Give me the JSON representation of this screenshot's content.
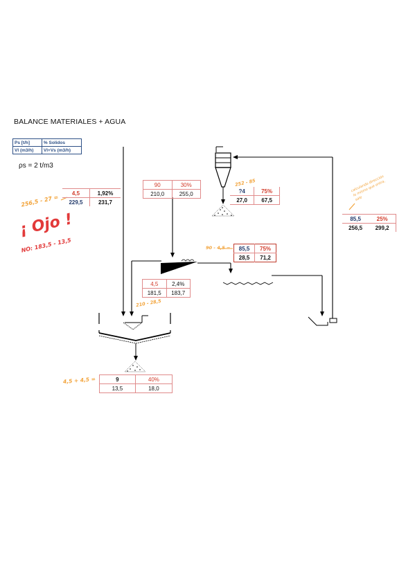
{
  "title": "BALANCE MATERIALES + AGUA",
  "legend": {
    "ps_label": "Ps [t/h]",
    "solids_label": "% Solidos",
    "vl_label": "Vl (m3/h)",
    "vlvs_label": "Vl+Vs (m3/h)"
  },
  "density": "ρs = 2 t/m3",
  "boxes": {
    "left_feed": {
      "r1c1": "4,5",
      "r1c2": "1,92%",
      "r2c1": "229,5",
      "r2c2": "231,7"
    },
    "top_mid": {
      "r1c1": "90",
      "r1c2": "30%",
      "r2c1": "210,0",
      "r2c2": "255,0"
    },
    "cyclone": {
      "r1c1": "?4",
      "r1c2": "75%",
      "r2c1": "27,0",
      "r2c2": "67,5"
    },
    "right": {
      "r1c1": "85,5",
      "r1c2": "25%",
      "r2c1": "256,5",
      "r2c2": "299,2"
    },
    "screen_out": {
      "r1c1": "85,5",
      "r1c2": "75%",
      "r2c1": "28,5",
      "r2c2": "71,2"
    },
    "under_mid": {
      "r1c1": "4,5",
      "r1c2": "2,4%",
      "r2c1": "181,5",
      "r2c2": "183,7"
    },
    "bottom": {
      "r1c1": "9",
      "r1c2": "40%",
      "r2c1": "13,5",
      "r2c2": "18,0"
    }
  },
  "notes": {
    "left_calc": "256,5 - 27 =",
    "ojo": "¡ Ojo !",
    "no_calc": "NO: 183,5 - 13,5",
    "cyclone_calc": "252 - 85",
    "screen_calc": "90 - 4,5 =",
    "under_calc": "210 - 28,5",
    "bottom_calc": "4,5 + 4,5 =",
    "right_note_1": "calculando dirección",
    "right_note_2": "lo mismo que entra,",
    "right_note_3": "sale"
  }
}
